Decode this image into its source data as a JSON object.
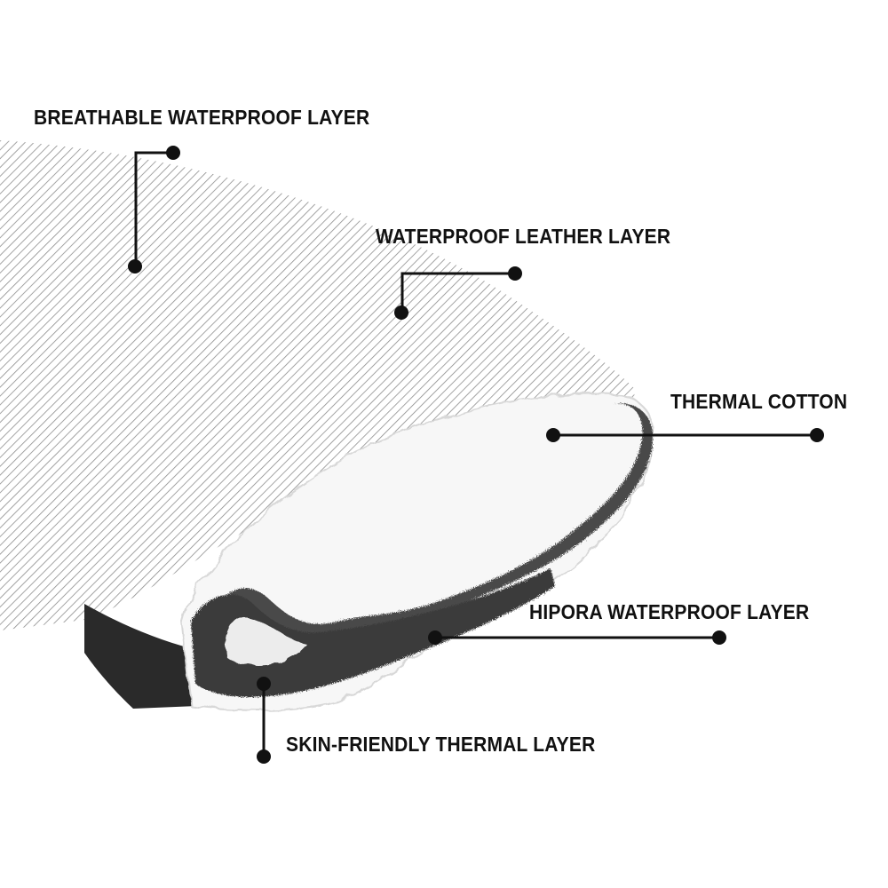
{
  "colors": {
    "background": "#ffffff",
    "text": "#111111",
    "leader": "#111111",
    "hatch": "#8c8c8c",
    "leather": "#2a2a2a",
    "membrane": "#4a4a4a",
    "cotton": "#f7f7f7"
  },
  "labels": {
    "breathable_waterproof_layer": "BREATHABLE WATERPROOF LAYER",
    "waterproof_leather_layer": "WATERPROOF LEATHER LAYER",
    "thermal_cotton": "THERMAL COTTON",
    "hipora_waterproof_layer": "HIPORA WATERPROOF LAYER",
    "skin_friendly_thermal_layer": "SKIN-FRIENDLY THERMAL LAYER"
  }
}
